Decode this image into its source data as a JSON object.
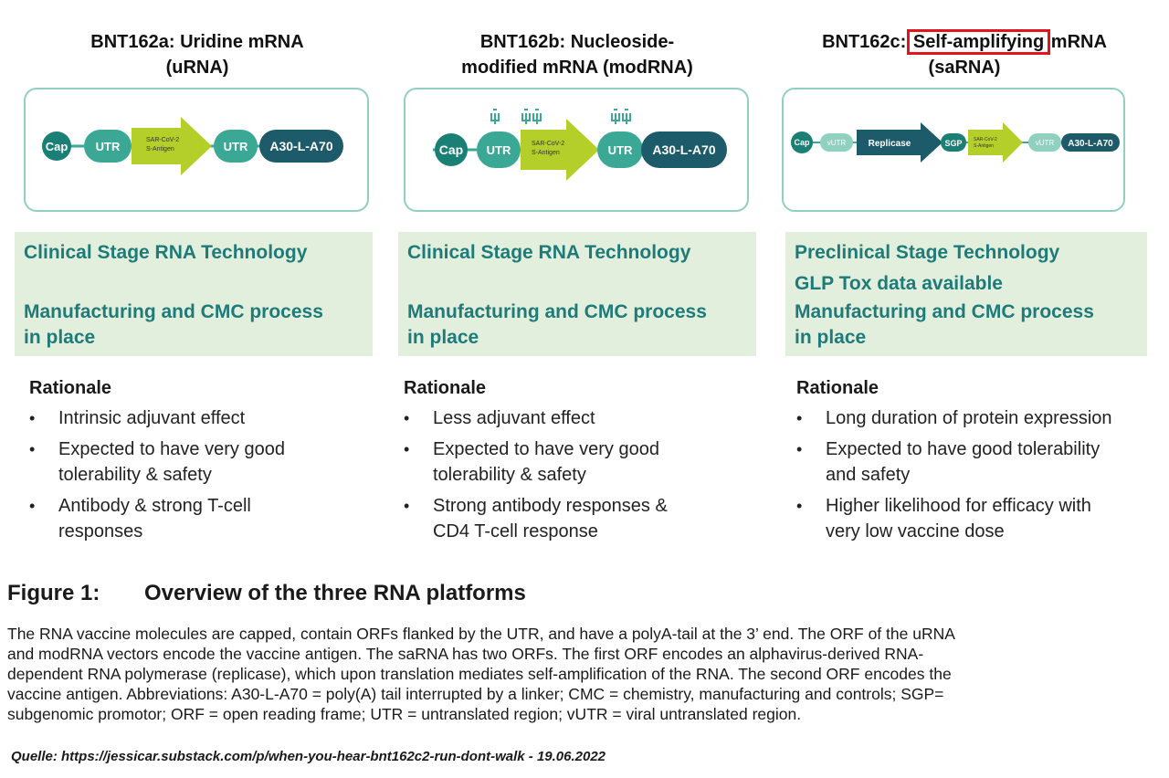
{
  "columns": [
    {
      "title_line1": "BNT162a: Uridine mRNA",
      "title_line2": "(uRNA)",
      "diagram": [
        "Cap",
        "UTR",
        "SAR-CoV-2",
        "S-Antigen",
        "UTR",
        "A30-L-A70"
      ],
      "green": [
        "Clinical Stage RNA Technology",
        "",
        "Manufacturing and CMC process",
        "in place"
      ],
      "rationale_title": "Rationale",
      "bullets": [
        [
          "Intrinsic adjuvant effect"
        ],
        [
          "Expected to have very good",
          "tolerability & safety"
        ],
        [
          "Antibody & strong T-cell",
          "responses"
        ]
      ]
    },
    {
      "title_line1": "BNT162b: Nucleoside-",
      "title_line2": "modified mRNA (modRNA)",
      "diagram": [
        "Cap",
        "UTR",
        "SAR-CoV-2",
        "S-Antigen",
        "UTR",
        "A30-L-A70"
      ],
      "green": [
        "Clinical Stage RNA Technology",
        "",
        "Manufacturing and CMC process",
        "in place"
      ],
      "rationale_title": "Rationale",
      "bullets": [
        [
          "Less adjuvant effect"
        ],
        [
          "Expected to have very good",
          "tolerability & safety"
        ],
        [
          "Strong antibody responses &",
          "CD4 T-cell response"
        ]
      ]
    },
    {
      "title_prefix": "BNT162c: ",
      "title_highlight": "Self-amplifying",
      "title_suffix": " mRNA",
      "title_line2": "(saRNA)",
      "diagram": [
        "Cap",
        "vUTR",
        "Replicase",
        "SGP",
        "SAR-CoV-2",
        "S-Antigen",
        "vUTR",
        "A30-L-A70"
      ],
      "green": [
        "Preclinical Stage Technology",
        "GLP Tox data available",
        "Manufacturing and CMC process",
        "in place"
      ],
      "rationale_title": "Rationale",
      "bullets": [
        [
          "Long duration of protein expression"
        ],
        [
          "Expected to have good tolerability",
          "and safety"
        ],
        [
          "Higher likelihood for efficacy with",
          "very low vaccine  dose"
        ]
      ]
    }
  ],
  "figure": {
    "number": "Figure 1:",
    "title": "Overview of the three RNA platforms",
    "caption_lines": [
      "The RNA vaccine molecules are capped, contain ORFs flanked by the UTR, and have a polyA-tail at the 3’ end. The ORF of the uRNA",
      "and modRNA vectors encode the vaccine antigen. The saRNA has two ORFs. The first ORF encodes an alphavirus-derived RNA-",
      "dependent RNA polymerase (replicase), which upon translation mediates self-amplification of the RNA. The second ORF encodes the",
      "vaccine antigen. Abbreviations: A30-L-A70 = poly(A) tail interrupted by a linker; CMC = chemistry, manufacturing and controls; SGP=",
      "subgenomic promotor; ORF = open reading frame; UTR = untranslated region; vUTR = viral untranslated region."
    ]
  },
  "source": "Quelle: https://jessicar.substack.com/p/when-you-hear-bnt162c2-run-dont-walk  - 19.06.2022",
  "colors": {
    "teal_dark": "#1a7f74",
    "teal_mid": "#3aa894",
    "teal_light": "#8fd0bf",
    "arrow": "#b5cf2a",
    "navy": "#1d5b6b",
    "green_bg": "#e2efdc",
    "highlight": "#e3141b"
  }
}
